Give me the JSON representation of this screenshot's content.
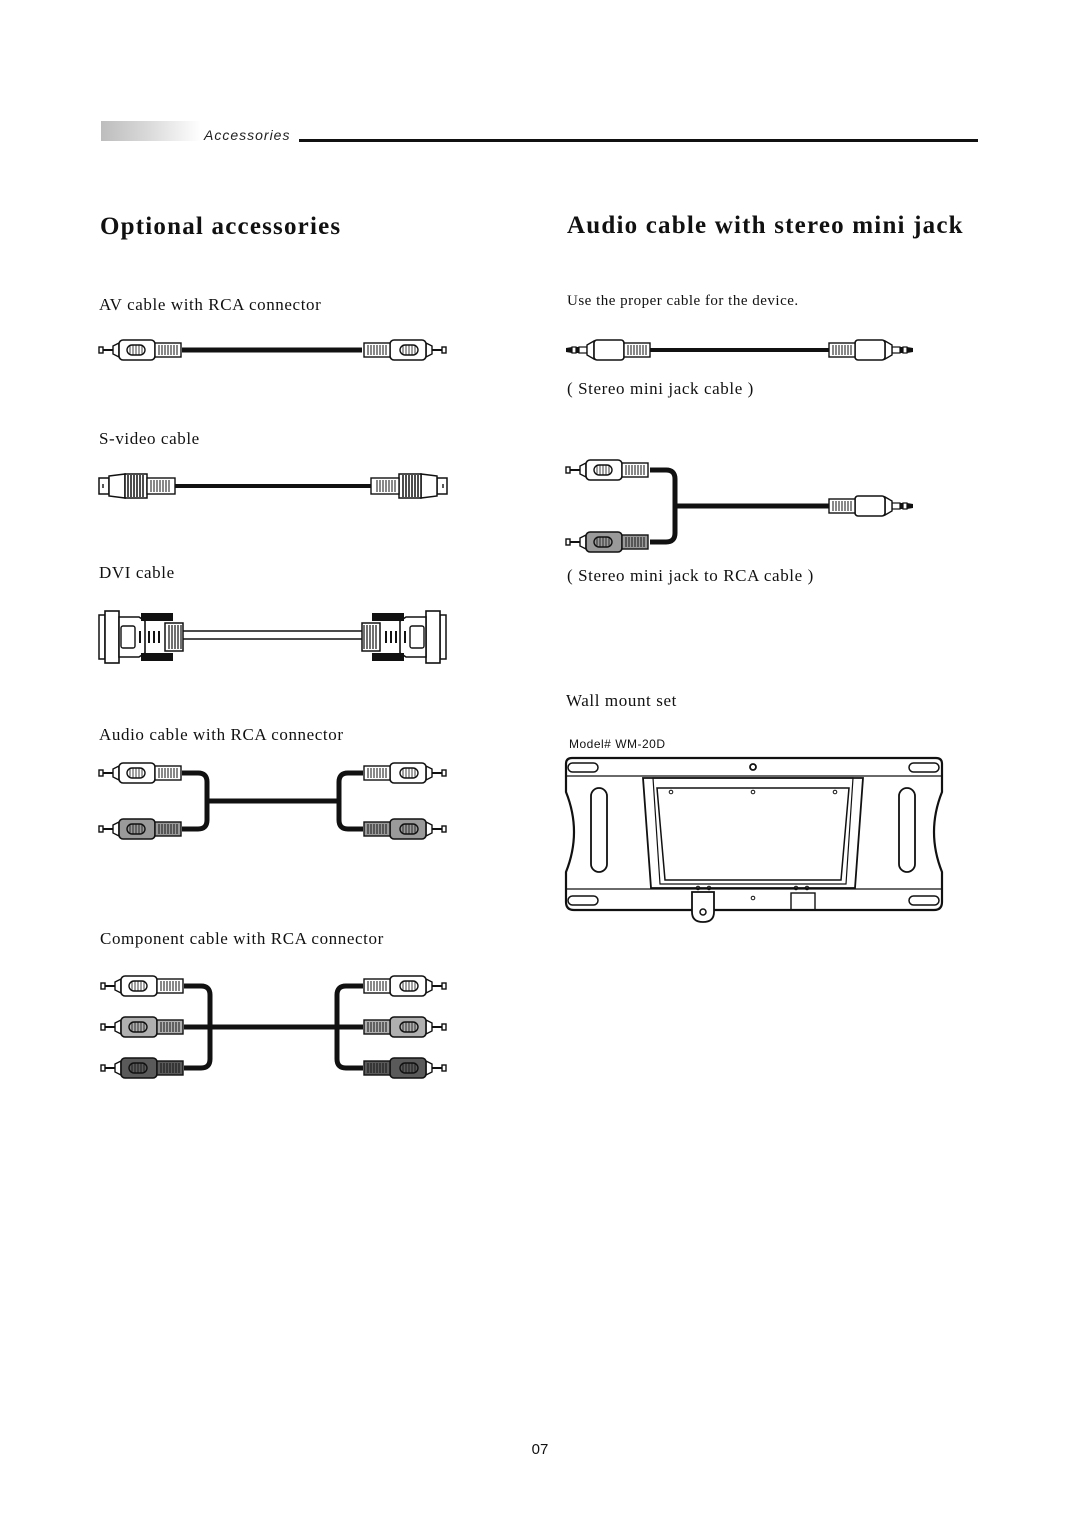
{
  "header": {
    "section": "Accessories"
  },
  "left": {
    "title": "Optional accessories",
    "items": [
      {
        "label": "AV cable with RCA connector"
      },
      {
        "label": "S-video cable"
      },
      {
        "label": "DVI cable"
      },
      {
        "label": "Audio cable with RCA connector"
      },
      {
        "label": "Component cable with RCA connector"
      }
    ]
  },
  "right": {
    "title": "Audio cable with stereo mini jack",
    "note": "Use the proper cable for the device.",
    "captions": {
      "mini_jack": "( Stereo mini jack cable )",
      "mini_to_rca": "( Stereo mini jack to RCA cable )"
    },
    "wall_mount": {
      "label": "Wall mount set",
      "model": "Model# WM-20D"
    }
  },
  "footer": {
    "page_number": "07"
  }
}
